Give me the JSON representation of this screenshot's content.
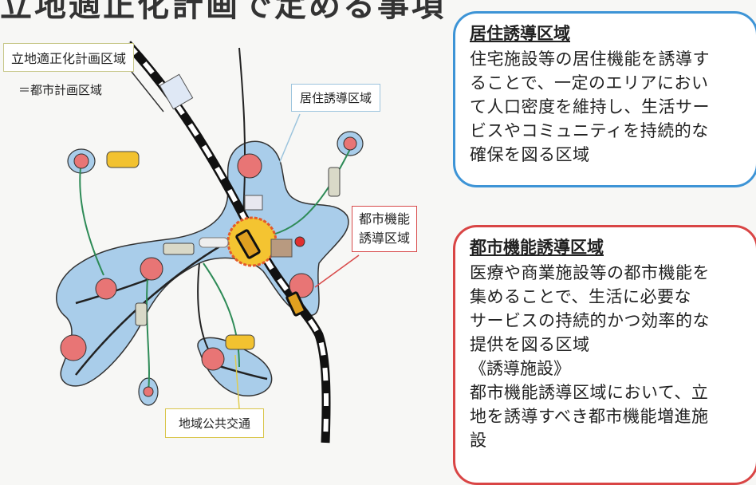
{
  "heading": "立地適正化計画で定める事項",
  "labels": {
    "rikchi": "立地適正化計画区域",
    "toshi_keikaku": "＝都市計画区域",
    "kyoju": "居住誘導区域",
    "toshikino": [
      "都市機能",
      "誘導区域"
    ],
    "koutsu": "地域公共交通"
  },
  "boxes": {
    "kyoju": {
      "title": "居住誘導区域",
      "lines": [
        "住宅施設等の居住機能を誘導す",
        "ることで、一定のエリアにおい",
        "て人口密度を維持し、生活サー",
        "ビスやコミュニティを持続的な",
        "確保を図る区域"
      ]
    },
    "toshikino": {
      "title": "都市機能誘導区域",
      "lines": [
        "医療や商業施設等の都市機能を",
        "集めることで、生活に必要な",
        "サービスの持続的かつ効率的な",
        "提供を図る区域"
      ],
      "sub_title": "《誘導施設》",
      "sub_lines": [
        "都市機能誘導区域において、立",
        "地を誘導すべき都市機能増進施",
        "設"
      ]
    }
  },
  "colors": {
    "residential_zone": "#a9cdea",
    "urban_center": "#f4c431",
    "red_nodes": "#e87575",
    "kyoju_border": "#3d94d6",
    "toshi_border": "#d94545",
    "railway": "#111111",
    "transit_line": "#2e8b57"
  }
}
